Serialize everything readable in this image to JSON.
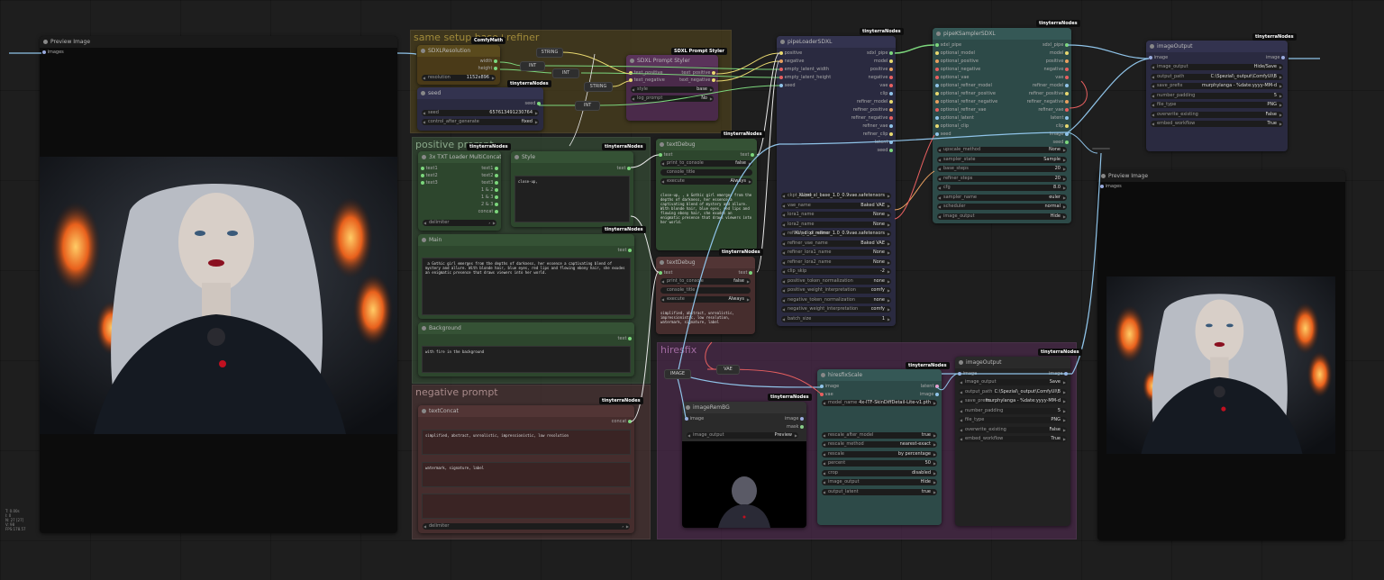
{
  "groups": {
    "same_setup": "same setup base+refiner",
    "positive": "positive prompt",
    "negative": "negative prompt",
    "hiresfix": "hiresfix"
  },
  "badges": {
    "comfymath": "ComfyMath",
    "tinyterra": "tinyterraNodes",
    "sdxl_prompt_styler": "SDXL Prompt Styler"
  },
  "preview_left": {
    "title": "Preview Image",
    "input": "images"
  },
  "sdxl_res": {
    "title": "SDXLResolution",
    "out_width": "width",
    "out_height": "height",
    "resolution_label": "resolution",
    "resolution_value": "1152x896"
  },
  "seed_node": {
    "title": "seed",
    "out": "seed",
    "seed_label": "seed",
    "seed_value": "657613491230764",
    "cag_label": "control_after_generate",
    "cag_value": "fixed"
  },
  "reroutes": {
    "string1": "STRING",
    "int1": "INT",
    "int2": "INT",
    "string2": "STRING",
    "int3": "INT",
    "image": "IMAGE",
    "vae": "VAE"
  },
  "styler": {
    "title": "SDXL Prompt Styler",
    "in1": "text_positive",
    "in2": "text_negative",
    "out1": "text_positive",
    "out2": "text_negative",
    "style_label": "style",
    "style_value": "base",
    "log_label": "log_prompt",
    "log_value": "No"
  },
  "txt_loader": {
    "title": "3x TXT Loader MultiConcat",
    "in": [
      "text1",
      "text2",
      "text3"
    ],
    "out": [
      "text1",
      "text2",
      "text3",
      "1 & 2",
      "1 & 3",
      "2 & 3",
      "concat"
    ],
    "delim_label": "delimiter",
    "delim_value": ","
  },
  "style_node": {
    "title": "Style",
    "out": "text",
    "text": "close-up,"
  },
  "main_node": {
    "title": "Main",
    "out": "text",
    "text": " a Gothic girl emerges from the depths of darkness, her essence a captivating blend of mystery and allure. With blonde hair, blue eyes, red lips and flowing ebony hair, she exudes an enigmatic presence that draws viewers into her world."
  },
  "background_node": {
    "title": "Background",
    "out": "text",
    "text": "with fire in the background"
  },
  "text_concat": {
    "title": "textConcat",
    "out": "concat",
    "t1": "simplified, abstract, unrealistic, impressionistic, low resolution",
    "t2": "watermark, signature, label",
    "t3": "",
    "delim_label": "delimiter",
    "delim_value": ","
  },
  "text_debug1": {
    "title": "textDebug",
    "in": "text",
    "out": "text",
    "ptc_label": "print_to_console",
    "ptc_value": "false",
    "ct_label": "console_title",
    "exec_label": "execute",
    "exec_value": "Always",
    "text": "close-up, , a Gothic girl emerges from the depths of darkness, her essence a captivating blend of mystery and allure. With blonde hair, blue eyes, red lips and flowing ebony hair, she exudes an enigmatic presence that draws viewers into her world."
  },
  "text_debug2": {
    "title": "textDebug",
    "in": "text",
    "out": "text",
    "ptc_label": "print_to_console",
    "ptc_value": "false",
    "ct_label": "console_title",
    "exec_label": "execute",
    "exec_value": "Always",
    "text": "simplified, abstract, unrealistic, impressionistic, low resolution, watermark, signature, label"
  },
  "pipe_loader": {
    "title": "pipeLoaderSDXL",
    "inputs": [
      "positive",
      "negative",
      "empty_latent_width",
      "empty_latent_height",
      "seed"
    ],
    "outputs": [
      "sdxl_pipe",
      "model",
      "positive",
      "negative",
      "vae",
      "clip",
      "refiner_model",
      "refiner_positive",
      "refiner_negative",
      "refiner_vae",
      "refiner_clip",
      "latent",
      "seed"
    ],
    "widgets": [
      [
        "ckpt_name",
        "XL\\sd_xl_base_1.0_0.9vae.safetensors"
      ],
      [
        "vae_name",
        "Baked VAE"
      ],
      [
        "lora1_name",
        "None"
      ],
      [
        "lora2_name",
        "None"
      ],
      [
        "refiner_ckpt_name",
        "XL\\sd_xl_refiner_1.0_0.9vae.safetensors"
      ],
      [
        "refiner_vae_name",
        "Baked VAE"
      ],
      [
        "refiner_lora1_name",
        "None"
      ],
      [
        "refiner_lora2_name",
        "None"
      ],
      [
        "clip_skip",
        "-2"
      ],
      [
        "positive_token_normalization",
        "none"
      ],
      [
        "positive_weight_interpretation",
        "comfy"
      ],
      [
        "negative_token_normalization",
        "none"
      ],
      [
        "negative_weight_interpretation",
        "comfy"
      ],
      [
        "batch_size",
        "1"
      ]
    ]
  },
  "pipe_ksampler": {
    "title": "pipeKSamplerSDXL",
    "inputs": [
      "sdxl_pipe",
      "optional_model",
      "optional_positive",
      "optional_negative",
      "optional_vae",
      "optional_refiner_model",
      "optional_refiner_positive",
      "optional_refiner_negative",
      "optional_refiner_vae",
      "optional_latent",
      "optional_clip",
      "seed"
    ],
    "outputs": [
      "sdxl_pipe",
      "model",
      "positive",
      "negative",
      "vae",
      "refiner_model",
      "refiner_positive",
      "refiner_negative",
      "refiner_vae",
      "latent",
      "clip",
      "image",
      "seed"
    ],
    "widgets": [
      [
        "upscale_method",
        "None"
      ],
      [
        "sampler_state",
        "Sample"
      ],
      [
        "base_steps",
        "20"
      ],
      [
        "refiner_steps",
        "20"
      ],
      [
        "cfg",
        "8.0"
      ],
      [
        "sampler_name",
        "euler"
      ],
      [
        "scheduler",
        "normal"
      ],
      [
        "image_output",
        "Hide"
      ]
    ]
  },
  "image_output1": {
    "title": "imageOutput",
    "in": "image",
    "out": "image",
    "widgets": [
      [
        "image_output",
        "Hide/Save"
      ],
      [
        "output_path",
        "C:\\Spezial\\_output\\ComfyUI\\B"
      ],
      [
        "save_prefix",
        "murphylanga - %date:yyyy-MM-d"
      ],
      [
        "number_padding",
        "5"
      ],
      [
        "file_type",
        "PNG"
      ],
      [
        "overwrite_existing",
        "False"
      ],
      [
        "embed_workflow",
        "True"
      ]
    ]
  },
  "preview_right": {
    "title": "Preview Image",
    "input": "images"
  },
  "image_remove_bg": {
    "title": "imageRemBG",
    "in": "image",
    "out1": "image",
    "out2": "mask",
    "w_label": "image_output",
    "w_value": "Preview"
  },
  "hires_scale": {
    "title": "hiresfixScale",
    "inputs": [
      "image",
      "vae"
    ],
    "outputs": [
      "latent",
      "image"
    ],
    "widgets": [
      [
        "model_name",
        "4x-ITF-SkinDiffDetail-Lite-v1.pth"
      ],
      [
        "rescale_after_model",
        "true"
      ],
      [
        "rescale_method",
        "nearest-exact"
      ],
      [
        "rescale",
        "by percentage"
      ],
      [
        "percent",
        "50"
      ],
      [
        "crop",
        "disabled"
      ],
      [
        "image_output",
        "Hide"
      ],
      [
        "output_latent",
        "true"
      ]
    ]
  },
  "image_output2": {
    "title": "imageOutput",
    "in": "image",
    "out": "image",
    "widgets": [
      [
        "image_output",
        "Save"
      ],
      [
        "output_path",
        "C:\\Spezial\\_output\\ComfyUI\\B"
      ],
      [
        "save_prefix",
        "murphylanga - %date:yyyy-MM-d"
      ],
      [
        "number_padding",
        "5"
      ],
      [
        "file_type",
        "PNG"
      ],
      [
        "overwrite_existing",
        "False"
      ],
      [
        "embed_workflow",
        "True"
      ]
    ]
  },
  "stats": [
    "T: 0.00s",
    "I: 0",
    "N: 27 [27]",
    "V: 98",
    "FPS:178.57"
  ],
  "colors": {
    "positive_group": "#3d5a3d",
    "negative_group": "#5a3d3d",
    "hires_group": "#5a2d5a",
    "setup_group": "#5a4a1d",
    "wire_blue": "#8fc3e8",
    "wire_green": "#7cd67c",
    "wire_orange": "#e8a060",
    "wire_red": "#e86060"
  }
}
